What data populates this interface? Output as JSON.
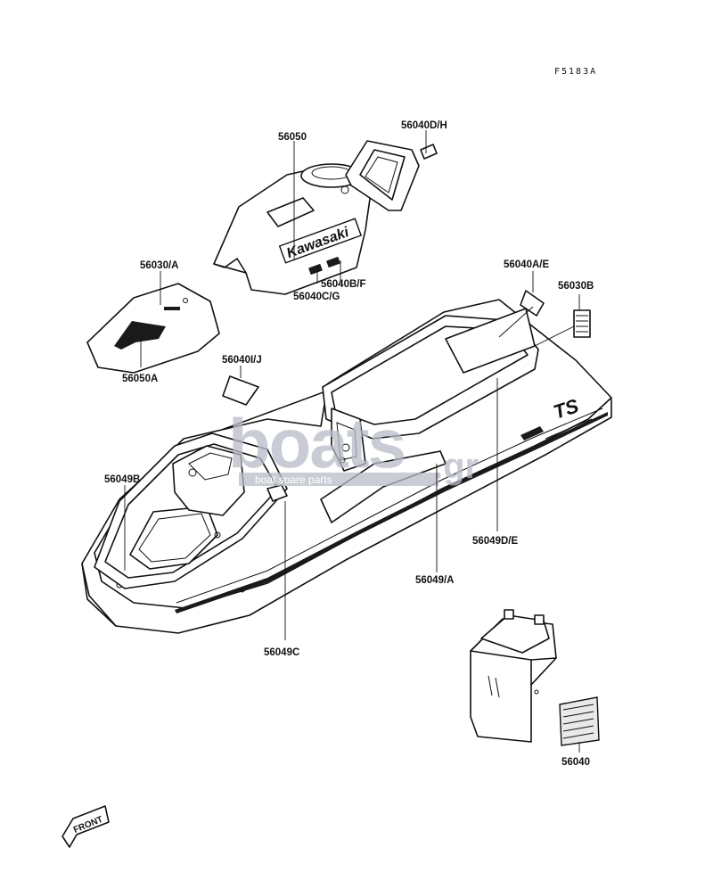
{
  "figure_ref": "F5183A",
  "callouts": {
    "c56050": "56050",
    "c56040DH": "56040D/H",
    "c56030A": "56030/A",
    "c56050A": "56050A",
    "c56040BF": "56040B/F",
    "c56040CG": "56040C/G",
    "c56040AE": "56040A/E",
    "c56030B": "56030B",
    "c56040IJ": "56040I/J",
    "c56049B": "56049B",
    "c56049DE": "56049D/E",
    "c56049A": "56049/A",
    "c56049C": "56049C",
    "c56040": "56040"
  },
  "decals": {
    "brand": "Kawasaki",
    "model": "TS"
  },
  "front_arrow": "FRONT",
  "watermark": {
    "main": "boats",
    "suffix": ".gr",
    "sub": "boat spare parts"
  }
}
